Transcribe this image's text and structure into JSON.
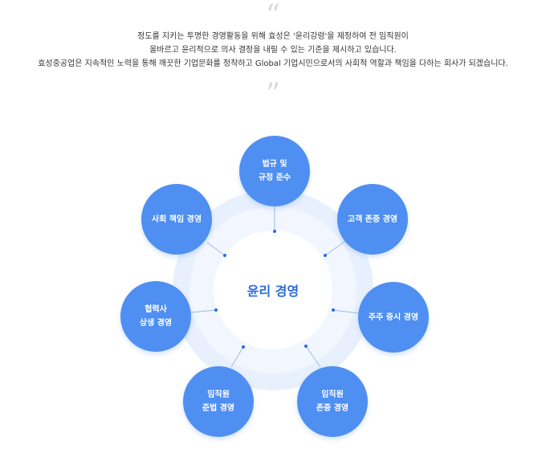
{
  "intro": {
    "lines": [
      "정도를 지키는 투명한 경영활동을 위해 효성은 '윤리강령'을 제정하여 전 임직원이",
      "올바르고 윤리적으로 의사 결정을 내릴 수 있는 기준을 제시하고 있습니다.",
      "효성중공업은 지속적인 노력을 통해 깨끗한 기업문화를 정착하고 Global 기업시민으로서의 사회적 역할과 책임을 다하는 회사가 되겠습니다."
    ]
  },
  "diagram": {
    "center": "윤리 경영",
    "nodes": [
      {
        "line1": "법규 및",
        "line2": "규정 준수"
      },
      {
        "line1": "고객 존중 경영",
        "line2": ""
      },
      {
        "line1": "주주 중시 경영",
        "line2": ""
      },
      {
        "line1": "임직원",
        "line2": "존중 경영"
      },
      {
        "line1": "임직원",
        "line2": "준법 경영"
      },
      {
        "line1": "협력사",
        "line2": "상생 경영"
      },
      {
        "line1": "사회 책임 경영",
        "line2": ""
      }
    ],
    "colors": {
      "node": "#4f8ff1",
      "center_text": "#2b6be0",
      "ring_outer": "#e8f0fd",
      "ring_mid": "#f2f6fe",
      "connector": "#9bbcf0",
      "dot": "#2b6be0"
    }
  }
}
